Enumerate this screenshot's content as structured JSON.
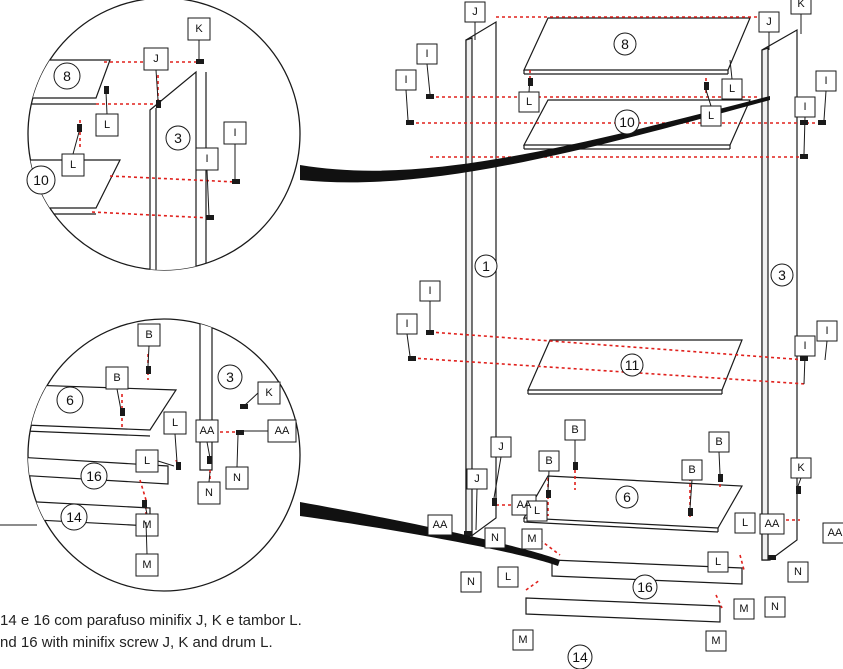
{
  "caption": {
    "line1": "14 e 16 com parafuso minifix J, K e tambor L.",
    "line2": "nd 16 with minifix screw J, K and drum L."
  },
  "parts": {
    "p1": "1",
    "p3": "3",
    "p6": "6",
    "p8": "8",
    "p10": "10",
    "p11": "11",
    "p14": "14",
    "p16": "16"
  },
  "hardware": {
    "I": "I",
    "J": "J",
    "K": "K",
    "L": "L",
    "B": "B",
    "M": "M",
    "N": "N",
    "AA": "AA"
  },
  "colors": {
    "line": "#1a1a1a",
    "dash": "#e0201c",
    "panel": "#ffffff"
  }
}
